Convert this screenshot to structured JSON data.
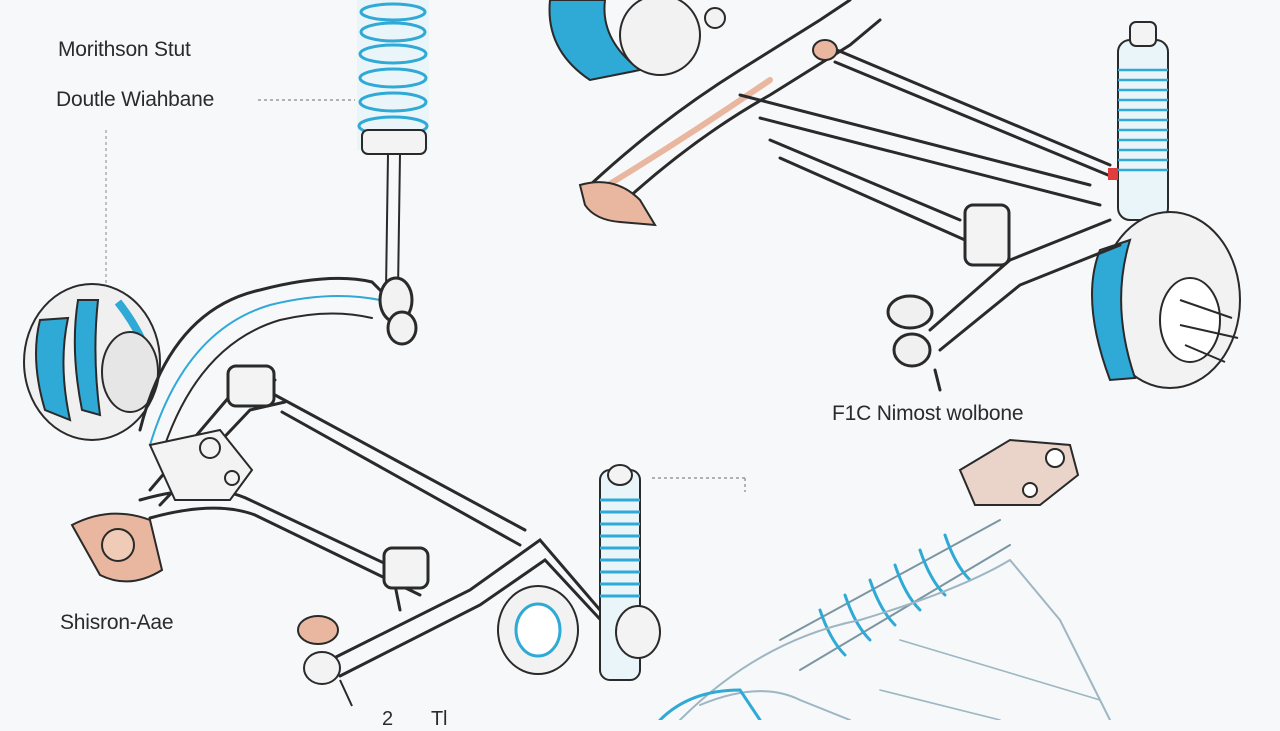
{
  "labels": [
    {
      "id": "macpherson-strut",
      "text": "Morithson Stut"
    },
    {
      "id": "double-wishbone",
      "text": "Doutle Wiahbane"
    },
    {
      "id": "multi-link",
      "text": "F1C Nimost wolbone"
    },
    {
      "id": "solid-axle",
      "text": "Shisron-Aae"
    },
    {
      "id": "cut-off",
      "text": "2          Tl"
    }
  ],
  "colors": {
    "background": "#f7f8f9",
    "line": "#2a2a2a",
    "accent_blue": "#2fa9d6",
    "bushing": "#e9b7a0",
    "leader": "#9a9a9a"
  }
}
